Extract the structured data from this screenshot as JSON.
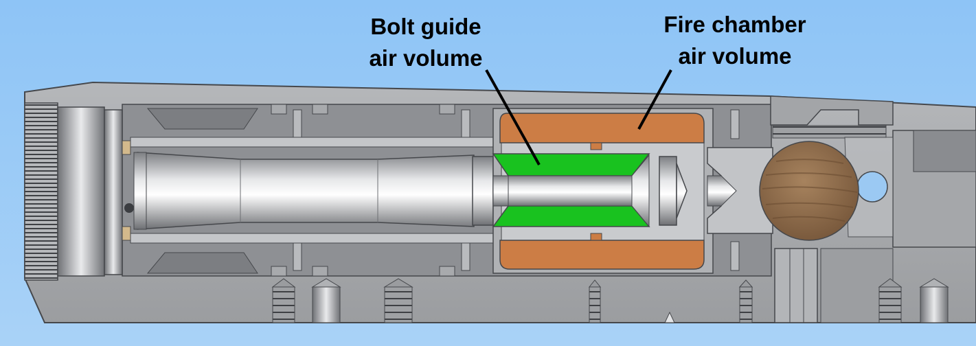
{
  "labels": {
    "bolt_guide": {
      "line1": "Bolt guide",
      "line2": "air volume"
    },
    "fire_chamber": {
      "line1": "Fire chamber",
      "line2": "air volume"
    }
  },
  "colors": {
    "background": "#8ec4f6",
    "body_metal": "#a6a8ab",
    "body_outline": "#4a4c50",
    "bolt_guide_volume": "#19c21f",
    "fire_chamber_volume": "#cc7d45",
    "ball_wood": "#9b7451",
    "text": "#000000"
  },
  "icons": [
    "breech-housing",
    "bolt",
    "bolt-guide-air-volume",
    "fire-chamber-air-volume",
    "wooden-ball",
    "screws"
  ]
}
